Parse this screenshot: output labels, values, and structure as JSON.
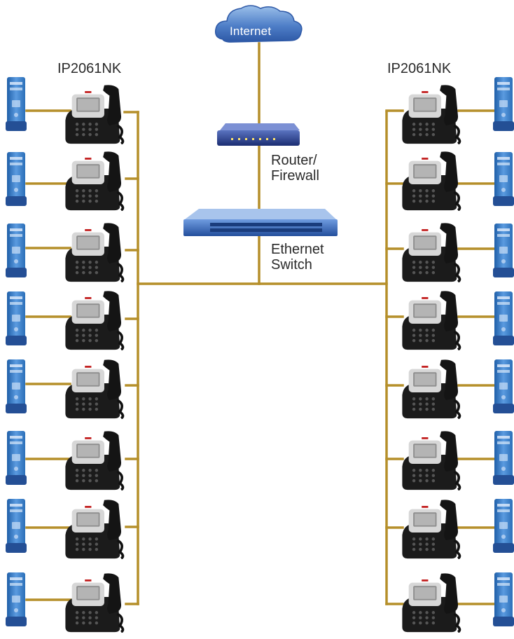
{
  "internet": {
    "label": "Internet"
  },
  "router": {
    "label_line1": "Router/",
    "label_line2": "Firewall"
  },
  "switch": {
    "label_line1": "Ethernet",
    "label_line2": "Switch"
  },
  "groups": {
    "left": {
      "label": "IP2061NK",
      "rows": 8,
      "device": "ip-phone-with-pc"
    },
    "right": {
      "label": "IP2061NK",
      "rows": 8,
      "device": "ip-phone-with-pc"
    }
  },
  "colors": {
    "cable": "#b58f2a",
    "cloud": "#3f6fb8",
    "router_body": "#243a86",
    "switch_body": "#2e5bb0",
    "pc_tower": "#2e6fb8",
    "phone_body": "#1b1b1b"
  }
}
